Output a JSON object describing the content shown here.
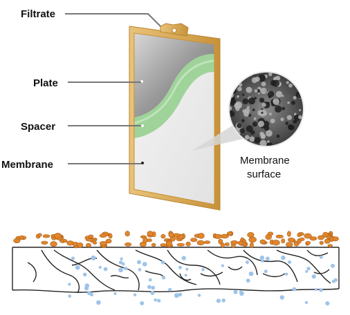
{
  "labels": {
    "filtrate": "Filtrate",
    "plate": "Plate",
    "spacer": "Spacer",
    "membrane": "Membrane",
    "membrane_surface_line1": "Membrane",
    "membrane_surface_line2": "surface"
  },
  "colors": {
    "frame": "#d9a64b",
    "plate_dark": "#8d8d8d",
    "spacer": "#9fd39a",
    "membrane": "#eeeeee",
    "particle_orange": "#e0862c",
    "particle_blue": "#9fc4ea",
    "leader_line": "#777777"
  }
}
